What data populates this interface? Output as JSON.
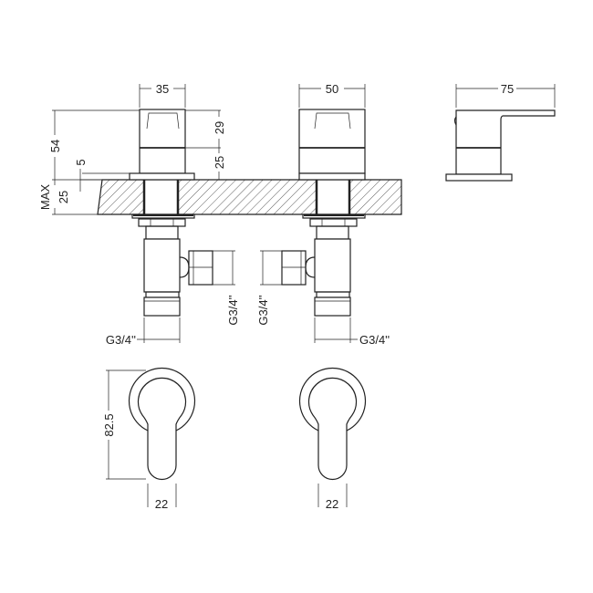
{
  "drawing": {
    "colors": {
      "line": "#222222",
      "background": "#ffffff"
    },
    "front_view": {
      "left_tap_width": "35",
      "right_tap_width": "50",
      "handle_height": "29",
      "body_height": "25",
      "total_height": "54",
      "flange": "5",
      "max_label": "MAX",
      "max_deck": "25"
    },
    "side_view": {
      "depth": "75"
    },
    "connections": {
      "left_outlet": "G3/4''",
      "left_side_inlet": "G3/4''",
      "right_side_inlet": "G3/4''",
      "right_outlet": "G3/4''"
    },
    "plan_view": {
      "height": "82.5",
      "left_lever_width": "22",
      "right_lever_width": "22"
    }
  }
}
